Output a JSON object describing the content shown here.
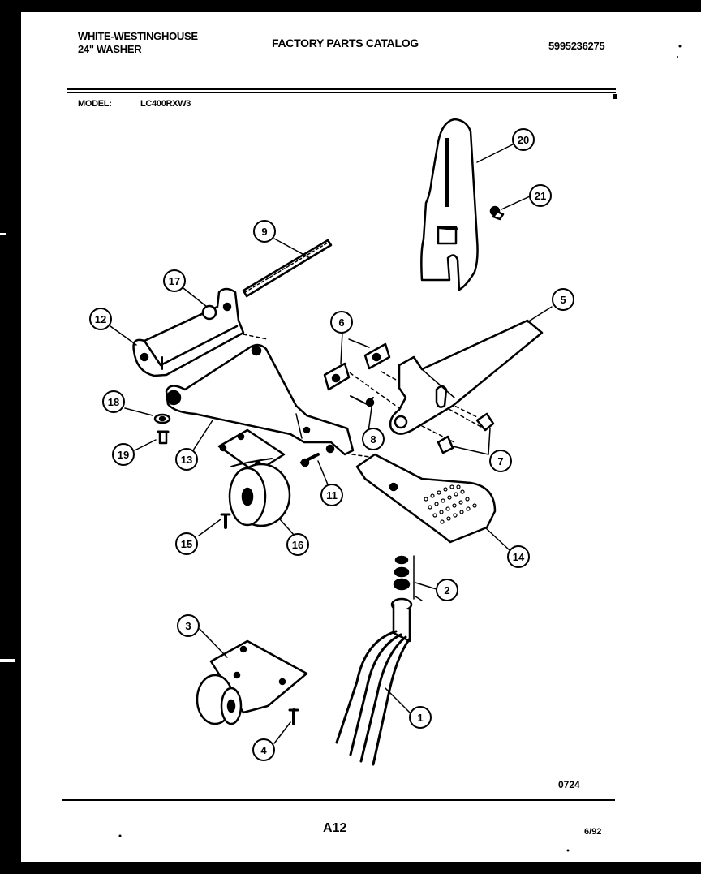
{
  "header": {
    "brand": "WHITE-WESTINGHOUSE",
    "product": "24\" WASHER",
    "catalog_title": "FACTORY PARTS CATALOG",
    "catalog_number": "5995236275",
    "model_label": "MODEL:",
    "model_value": "LC400RXW3"
  },
  "footer": {
    "drawing_code": "0724",
    "page_code": "A12",
    "date": "6/92"
  },
  "callouts": [
    "20",
    "21",
    "9",
    "17",
    "12",
    "5",
    "6",
    "18",
    "8",
    "19",
    "13",
    "11",
    "7",
    "15",
    "16",
    "14",
    "2",
    "3",
    "1",
    "4"
  ]
}
